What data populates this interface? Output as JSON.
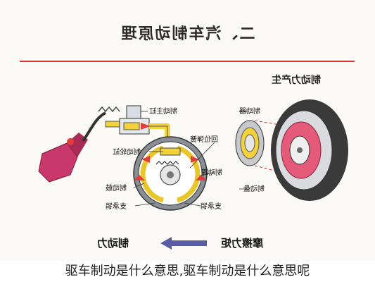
{
  "slide": {
    "title": "二、汽车制动原理",
    "section_title": "制动力产生"
  },
  "labels": {
    "master_cylinder": "制动主缸",
    "wheel_cylinder": "制动轮缸",
    "return_spring": "回位弹簧",
    "brake_shoe": "制动蹄",
    "brake_drum": "制动鼓",
    "support_pin_left": "支承销",
    "support_pin_right": "支承销",
    "brake_caliper": "制动器",
    "brake_disc": "制动盘"
  },
  "legend": {
    "left": "制动力",
    "right": "摩擦力矩"
  },
  "caption": "驱车制动是什么意思,驱车制动是什么意思呢",
  "colors": {
    "accent_red": "#d9322f",
    "pipe_yellow": "#f2d23a",
    "drum_gray": "#8a8f95",
    "shoe_yellow": "#e9c52a",
    "arrow_purple": "#5b5ca6",
    "disc_pink": "#e45a78"
  }
}
